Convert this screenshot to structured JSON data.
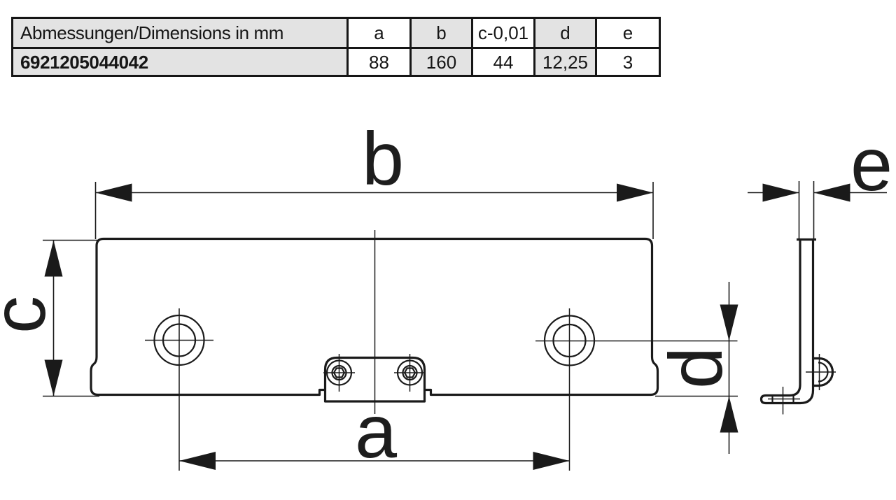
{
  "table": {
    "dimension_header": "Abmessungen/Dimensions in mm",
    "columns": [
      "a",
      "b",
      "c-0,01",
      "d",
      "e"
    ],
    "part_number": "6921205044042",
    "values": [
      "88",
      "160",
      "44",
      "12,25",
      "3"
    ]
  },
  "drawing": {
    "dim_labels": {
      "a": "a",
      "b": "b",
      "c": "c",
      "d": "d",
      "e": "e"
    }
  },
  "colors": {
    "line": "#1a1a1a",
    "table_shade": "#e3e3e3",
    "background": "#ffffff"
  }
}
